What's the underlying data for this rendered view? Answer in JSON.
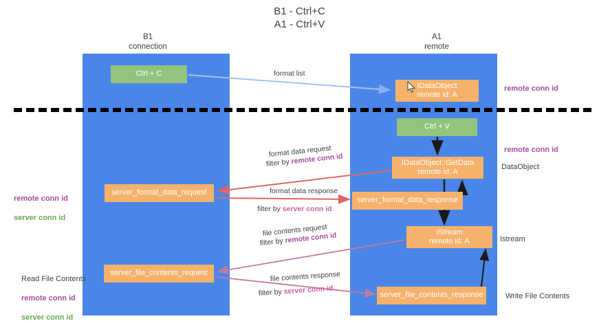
{
  "title": "B1 - Ctrl+C\nA1 - Ctrl+V",
  "lanes": {
    "left": {
      "name": "B1",
      "subtitle": "connection",
      "header": "B1\nconnection",
      "color": "#4a86e8"
    },
    "right": {
      "name": "A1",
      "subtitle": "remote",
      "header": "A1\nremote",
      "color": "#4a86e8"
    }
  },
  "colors": {
    "lane": "#4a86e8",
    "green_node": "#93c47d",
    "orange_node": "#f6b26b",
    "remote_conn_id": "#a64d9a",
    "server_conn_id": "#6aa84f",
    "arrow_blue": "#a4c2f4",
    "arrow_black": "#000000",
    "arrow_red": "#e06666",
    "arrow_magenta": "#c27ba0",
    "divider": "#000000"
  },
  "nodes": {
    "ctrl_c": "Ctrl + C",
    "idataobject": "IDataObject\nremote id: A",
    "ctrl_v": "Ctrl + V",
    "getdata": "IDataObject::GetData\nremote id: A",
    "server_format_data_request": "server_format_data_request",
    "server_format_data_response": "server_format_data_response",
    "istream": "IStream\nremote id: A",
    "server_file_contents_request": "server_file_contents_request",
    "server_file_contents_response": "server_file_contents_response"
  },
  "annotations": {
    "remote_conn_id_top": "remote conn id",
    "remote_conn_id_mid": "remote conn id",
    "dataobject": "DataObject",
    "istream": "Istream",
    "write_file_contents": "Write File Contents",
    "read_file_contents": "Read File Contents",
    "remote_conn_id": "remote conn id",
    "server_conn_id": "server conn id"
  },
  "edges": {
    "format_list": "format list",
    "format_data_request": "format data request",
    "format_data_request_filter_prefix": "filter by ",
    "format_data_request_filter_value": "remote conn id",
    "format_data_response": "format data response",
    "format_data_response_filter_prefix": "filter by ",
    "format_data_response_filter_value": "server conn id",
    "file_contents_request": "file contents request",
    "file_contents_request_filter_prefix": "filter by ",
    "file_contents_request_filter_value": "remote conn id",
    "file_contents_response": "file contents response",
    "file_contents_response_filter_prefix": "filter by ",
    "file_contents_response_filter_value": "server conn id"
  }
}
